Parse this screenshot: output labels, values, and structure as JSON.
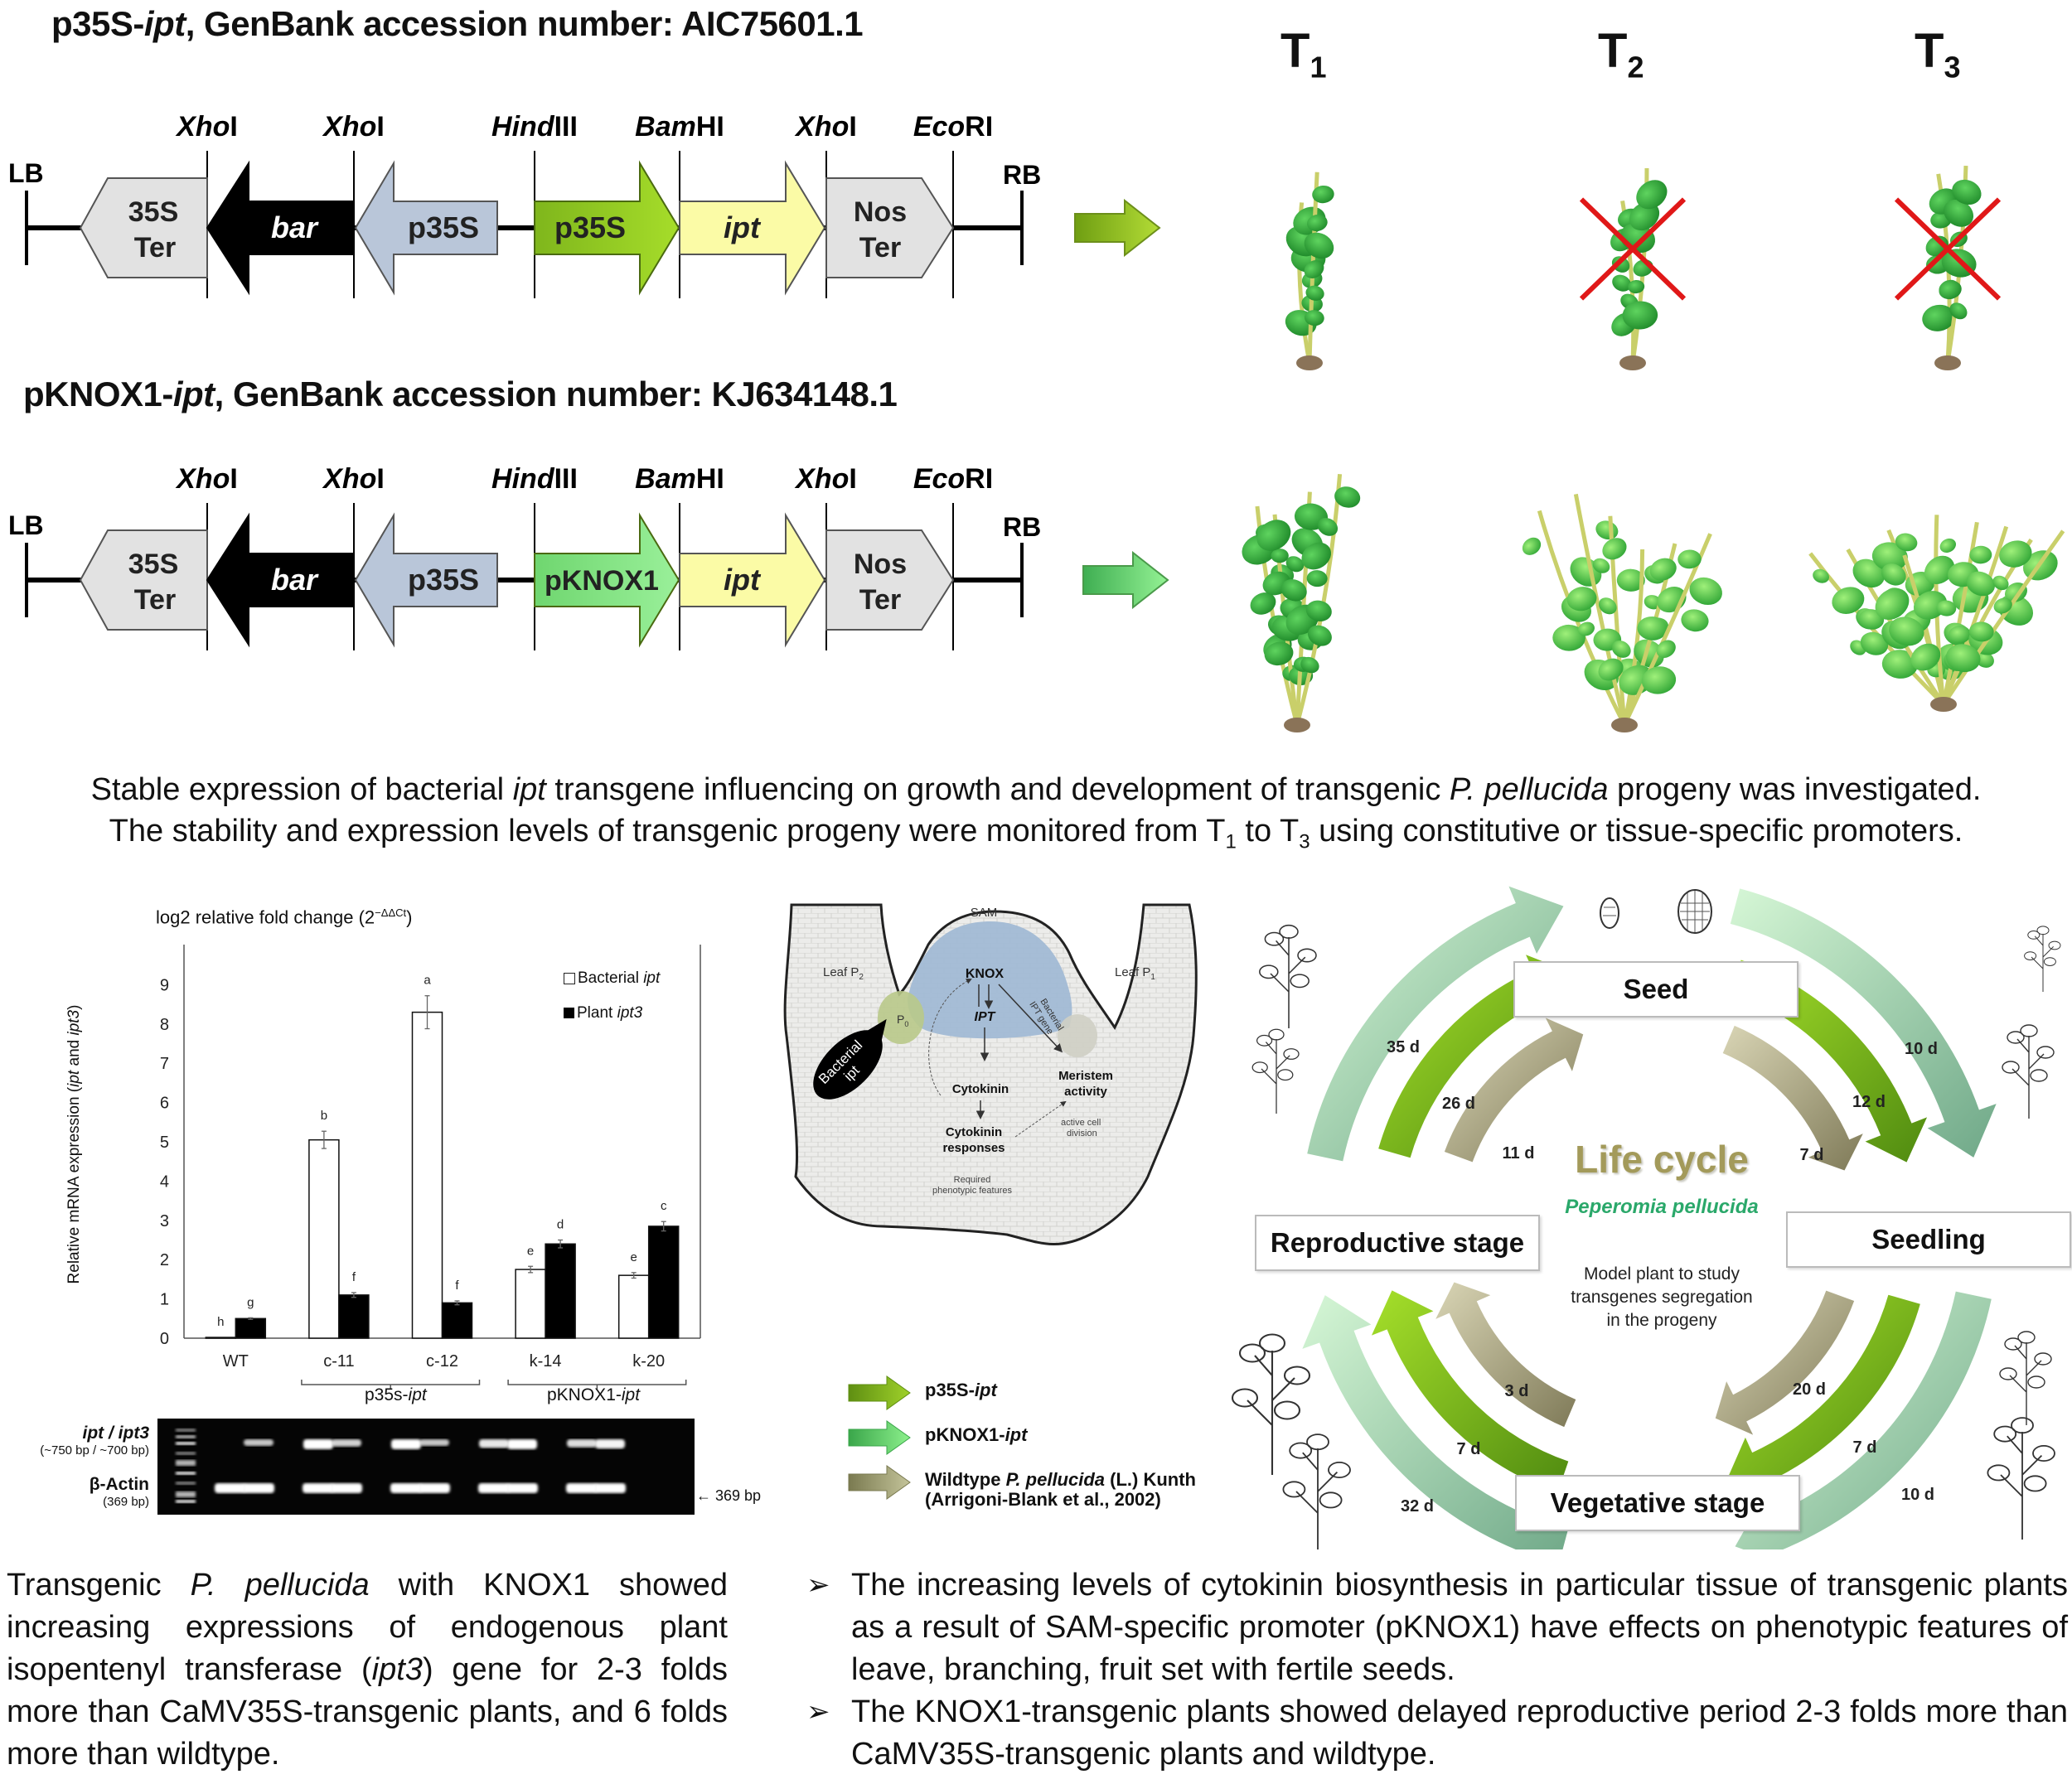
{
  "constructs": [
    {
      "title_prefix": "p35S-",
      "title_gene": "ipt",
      "title_suffix": ", GenBank accession number: AIC75601.1",
      "border_left": "LB",
      "border_right": "RB",
      "sites": [
        {
          "italic": "Xho",
          "plain": "I"
        },
        {
          "italic": "Xho",
          "plain": "I"
        },
        {
          "italic": "Hind",
          "plain": "III"
        },
        {
          "italic": "Bam",
          "plain": "HI"
        },
        {
          "italic": "Xho",
          "plain": "I"
        },
        {
          "italic": "Eco",
          "plain": "RI"
        }
      ],
      "elements": [
        {
          "label_line1": "35S",
          "label_line2": "Ter",
          "color": "#e2e2e2"
        },
        {
          "label": "bar",
          "color": "#000000"
        },
        {
          "label": "p35S",
          "color": "#b9c6d9"
        },
        {
          "label": "p35S",
          "color": "#7fb61c"
        },
        {
          "label": "ipt",
          "color": "#fbfba6"
        },
        {
          "label_line1": "Nos",
          "label_line2": "Ter",
          "color": "#e2e2e2"
        }
      ]
    },
    {
      "title_prefix": "pKNOX1-",
      "title_gene": "ipt",
      "title_suffix": ", GenBank accession number: KJ634148.1",
      "border_left": "LB",
      "border_right": "RB",
      "sites": [
        {
          "italic": "Xho",
          "plain": "I"
        },
        {
          "italic": "Xho",
          "plain": "I"
        },
        {
          "italic": "Hind",
          "plain": "III"
        },
        {
          "italic": "Bam",
          "plain": "HI"
        },
        {
          "italic": "Xho",
          "plain": "I"
        },
        {
          "italic": "Eco",
          "plain": "RI"
        }
      ],
      "elements": [
        {
          "label_line1": "35S",
          "label_line2": "Ter",
          "color": "#e2e2e2"
        },
        {
          "label": "bar",
          "color": "#000000"
        },
        {
          "label": "p35S",
          "color": "#b9c6d9"
        },
        {
          "label": "pKNOX1",
          "color": "#6fd66f"
        },
        {
          "label": "ipt",
          "color": "#fbfba6"
        },
        {
          "label_line1": "Nos",
          "label_line2": "Ter",
          "color": "#e2e2e2"
        }
      ]
    }
  ],
  "generations": [
    {
      "main": "T",
      "sub": "1"
    },
    {
      "main": "T",
      "sub": "2"
    },
    {
      "main": "T",
      "sub": "3"
    }
  ],
  "caption": {
    "line1_a": "Stable expression of bacterial ",
    "line1_gene": "ipt",
    "line1_b": " transgene influencing on growth and development of transgenic ",
    "line1_species": "P. pellucida",
    "line1_c": " progeny was investigated.",
    "line2_a": "The stability and expression levels of transgenic progeny were monitored from T",
    "line2_sub1": "1",
    "line2_b": " to T",
    "line2_sub3": "3",
    "line2_c": " using constitutive or tissue-specific promoters."
  },
  "chart_data": {
    "type": "bar",
    "title": "log2 relative fold change (2",
    "title_sup": "−ΔΔCt",
    "title_close": ")",
    "ylabel_a": "Relative mRNA expression (",
    "ylabel_ipt": "ipt",
    "ylabel_and": " and ",
    "ylabel_ipt3": "ipt3",
    "ylabel_close": ")",
    "ylim": [
      0,
      9.6
    ],
    "yticks": [
      "0",
      "1",
      "2",
      "3",
      "4",
      "5",
      "6",
      "7",
      "8",
      "9"
    ],
    "categories": [
      "WT",
      "c-11",
      "c-12",
      "k-14",
      "k-20"
    ],
    "groups": [
      {
        "label_a": "p35s-",
        "label_gene": "ipt",
        "members": [
          "c-11",
          "c-12"
        ]
      },
      {
        "label_a": "pKNOX1-",
        "label_gene": "ipt",
        "members": [
          "k-14",
          "k-20"
        ]
      }
    ],
    "series": [
      {
        "name": "Bacterial",
        "name_italic": "ipt",
        "fill": "#ffffff",
        "values": [
          0.02,
          5.05,
          8.3,
          1.75,
          1.6
        ],
        "errors": [
          0.0,
          0.22,
          0.42,
          0.08,
          0.07
        ],
        "letters": [
          "h",
          "b",
          "a",
          "e",
          "e"
        ]
      },
      {
        "name": "Plant",
        "name_italic": "ipt3",
        "fill": "#000000",
        "values": [
          0.5,
          1.1,
          0.9,
          2.4,
          2.85
        ],
        "errors": [
          0.02,
          0.06,
          0.05,
          0.1,
          0.12
        ],
        "letters": [
          "g",
          "f",
          "f",
          "d",
          "c"
        ]
      }
    ],
    "legend": "top-right",
    "grid": false
  },
  "gel": {
    "row1_label": "ipt / ipt3",
    "row1_sub": "(~750 bp / ~700 bp)",
    "row2_label": "β-Actin",
    "row2_sub": "(369 bp)",
    "marker_label": "369 bp",
    "ipt_band_intensity": [
      0,
      0.5,
      1,
      0.6,
      1,
      0.5,
      0.8,
      1,
      0.7,
      0.9
    ]
  },
  "sam_diagram": {
    "sam": "SAM",
    "leaf_p2": "Leaf P",
    "leaf_p2_sub": "2",
    "leaf_p1": "Leaf P",
    "leaf_p1_sub": "1",
    "knox": "KNOX",
    "ipt": "IPT",
    "p0": "P",
    "p0_sub": "0",
    "bacterial_ipt_1": "Bacterial",
    "bacterial_ipt_2": "ipt",
    "bacterial_ipt_gene_1": "Bacterial",
    "bacterial_ipt_gene_2": "IPT gene",
    "cytokinin": "Cytokinin",
    "meristem_1": "Meristem",
    "meristem_2": "activity",
    "active_1": "active cell",
    "active_2": "division",
    "responses_1": "Cytokinin",
    "responses_2": "responses",
    "required_1": "Required",
    "required_2": "phenotypic features"
  },
  "legend": [
    {
      "text_a": "p35S-",
      "text_italic": "ipt",
      "text_b": "",
      "line2": "",
      "color_a": "#5f8f12",
      "color_b": "#9fd12a"
    },
    {
      "text_a": "pKNOX1-",
      "text_italic": "ipt",
      "text_b": "",
      "line2": "",
      "color_a": "#3aa64a",
      "color_b": "#8cf08c"
    },
    {
      "text_a": "Wildtype ",
      "text_italic": "P. pellucida",
      "text_b": " (L.) Kunth",
      "line2": "(Arrigoni-Blank et al., 2002)",
      "color_a": "#7a7a50",
      "color_b": "#c4c49a"
    }
  ],
  "life_cycle": {
    "title": "Life cycle",
    "species": "Peperomia pellucida",
    "note_1": "Model plant to study",
    "note_2": "transgenes segregation",
    "note_3": "in the progeny",
    "stages": {
      "seed": "Seed",
      "seedling": "Seedling",
      "vegetative": "Vegetative stage",
      "reproductive": "Reproductive stage"
    },
    "durations": {
      "seed_to_seedling": {
        "p35s": "12 d",
        "pknox": "10 d",
        "wt": "7 d"
      },
      "seedling_to_vegetative": {
        "p35s": "7 d",
        "pknox": "10 d",
        "wt": "20 d"
      },
      "vegetative_to_reproductive": {
        "p35s": "7 d",
        "pknox": "32 d",
        "wt": "3 d"
      },
      "reproductive_to_seed": {
        "p35s": "26 d",
        "pknox": "35 d",
        "wt": "11 d"
      }
    },
    "colors": {
      "p35s": "#6aa21a",
      "pknox": "#9fd8a8",
      "wt": "#a8a47e",
      "title": "#a39a5a",
      "species": "#2aa86a"
    }
  },
  "bottom_left": {
    "a": "Transgenic ",
    "species": "P. pellucida",
    "b": " with KNOX1 showed increasing expressions of endogenous plant isopentenyl transferase (",
    "gene": "ipt3",
    "c": ") gene for 2-3 folds more than CaMV35S-transgenic plants, and 6 folds more than wildtype."
  },
  "bottom_right": {
    "bullet_mark": "➢",
    "bullet1": "The increasing levels of cytokinin biosynthesis in particular tissue of transgenic plants as a result of SAM-specific promoter (pKNOX1) have effects on phenotypic features of leave, branching, fruit set with fertile seeds.",
    "bullet2": "The KNOX1-transgenic plants showed delayed reproductive period 2-3 folds more than CaMV35S-transgenic plants and wildtype."
  }
}
